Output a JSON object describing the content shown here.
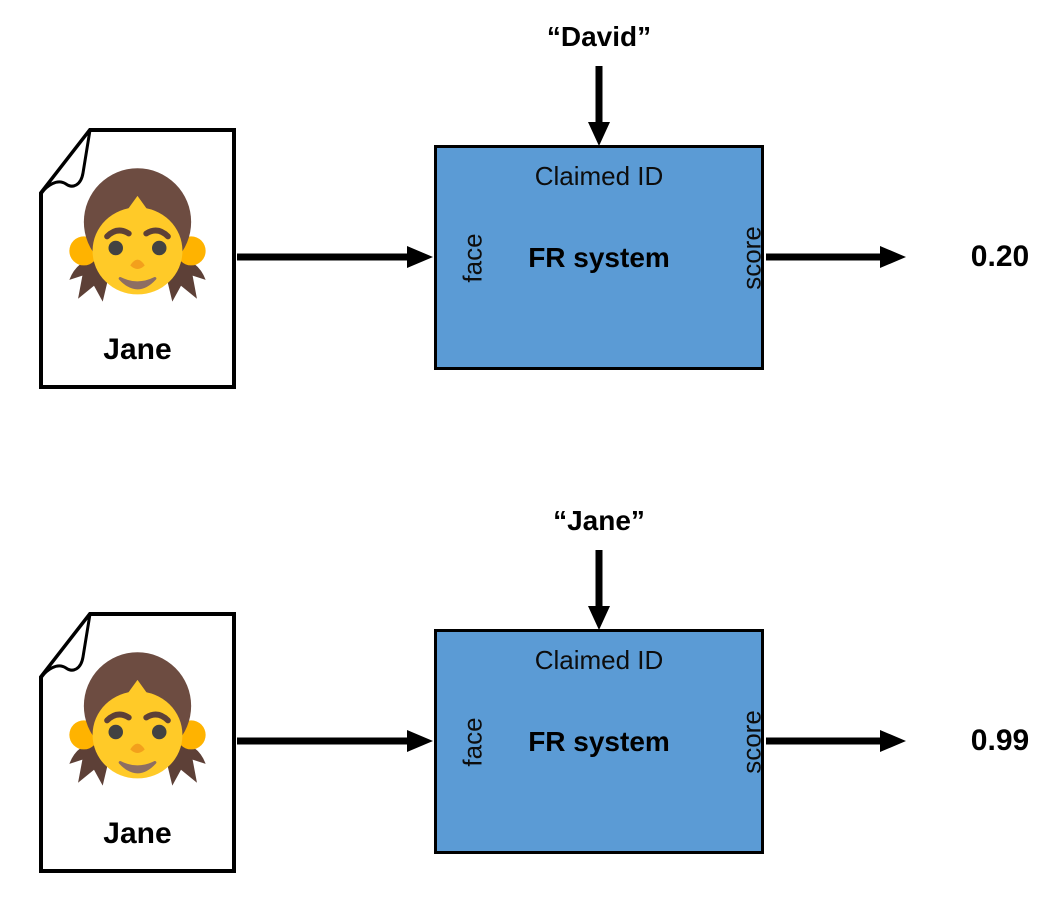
{
  "rows": [
    {
      "claimed_id": "“David”",
      "document_name": "Jane",
      "box_title": "Claimed ID",
      "box_label": "FR system",
      "input_port": "face",
      "output_port": "score",
      "score": "0.20"
    },
    {
      "claimed_id": "“Jane”",
      "document_name": "Jane",
      "box_title": "Claimed ID",
      "box_label": "FR system",
      "input_port": "face",
      "output_port": "score",
      "score": "0.99"
    }
  ],
  "colors": {
    "box_fill": "#5B9BD5",
    "box_border": "#000000",
    "arrow": "#000000",
    "text": "#000000",
    "page_fill": "#FFFFFF",
    "girl_hair": "#6D4C41",
    "girl_pigtail": "#5D4037",
    "girl_face": "#FFCA28",
    "girl_ear": "#FFB300"
  },
  "icons": {
    "document": "document-page-icon",
    "girl": "girl-face-icon",
    "arrow_right": "arrow-right-icon",
    "arrow_down": "arrow-down-icon"
  }
}
